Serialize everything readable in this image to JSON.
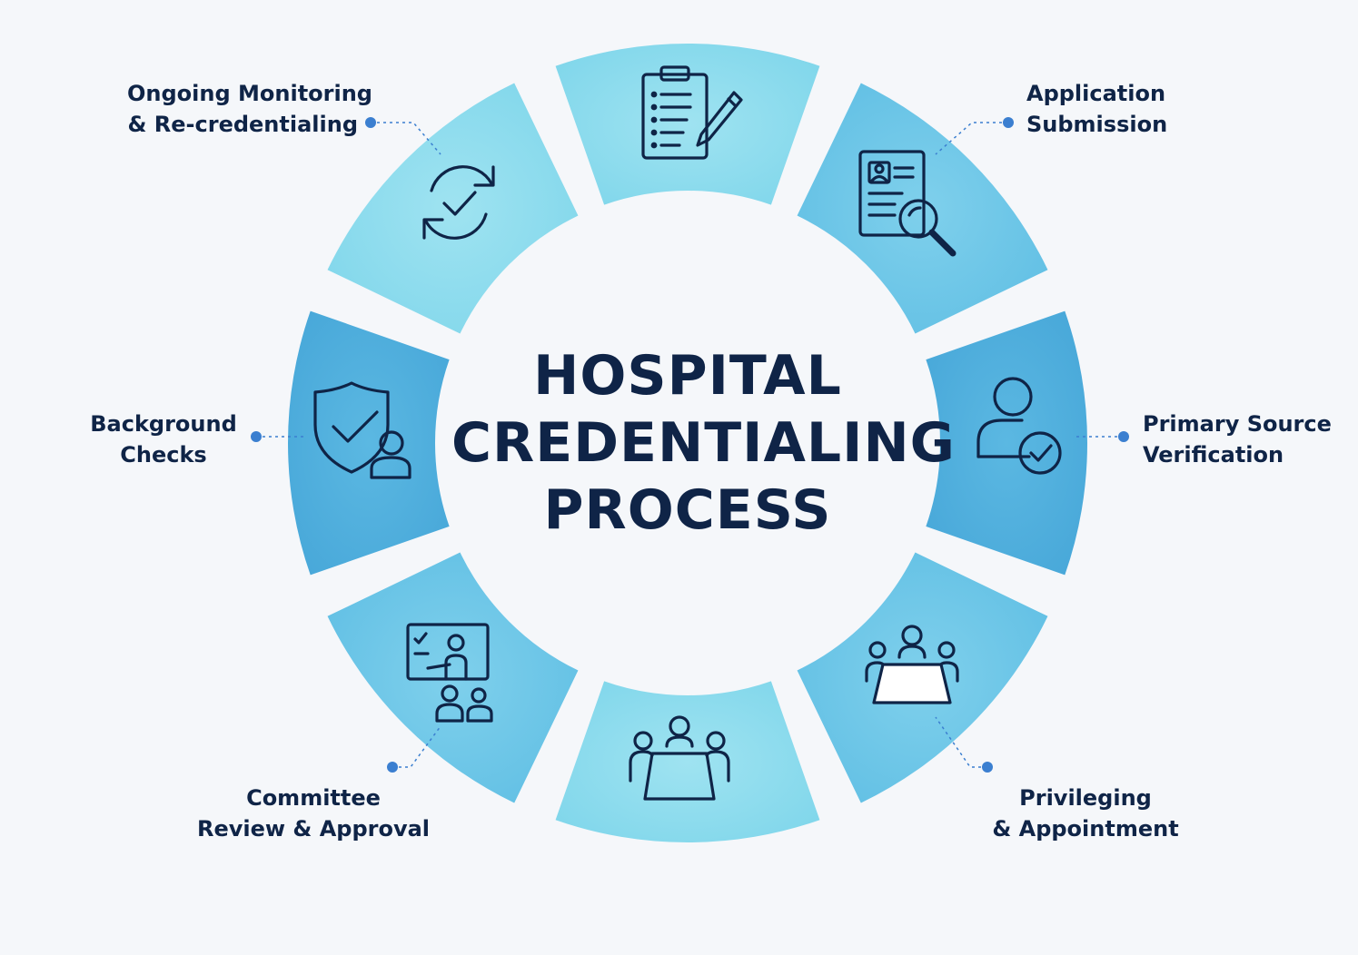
{
  "title": {
    "line1": "HOSPITAL",
    "line2": "CREDENTIALING",
    "line3": "PROCESS"
  },
  "steps": [
    {
      "line1": "Application",
      "line2": "Submission",
      "icon": "clipboard-pen-icon"
    },
    {
      "line1": "Primary Source",
      "line2": "Verification",
      "icon": "document-search-icon"
    },
    {
      "line1": "Background",
      "line2": "Checks",
      "icon": "user-check-icon"
    },
    {
      "line1": "Committee",
      "line2": "Review & Approval",
      "icon": "meeting-table-icon"
    },
    {
      "line1": "Privileging",
      "line2": "& Appointment",
      "icon": "presentation-icon"
    },
    {
      "line1": "Ongoing Monitoring",
      "line2": "& Re-credentialing",
      "icon": "shield-user-icon"
    }
  ],
  "extra_segment_icons": [
    "refresh-check-icon",
    "meeting-table-icon"
  ],
  "colors": {
    "background": "#f5f7fa",
    "text": "#0f2447",
    "connector": "#3b7fd0",
    "segment_light": "#8fdced",
    "segment_mid": "#6cc6e6",
    "segment_dark": "#4aa8d9"
  }
}
